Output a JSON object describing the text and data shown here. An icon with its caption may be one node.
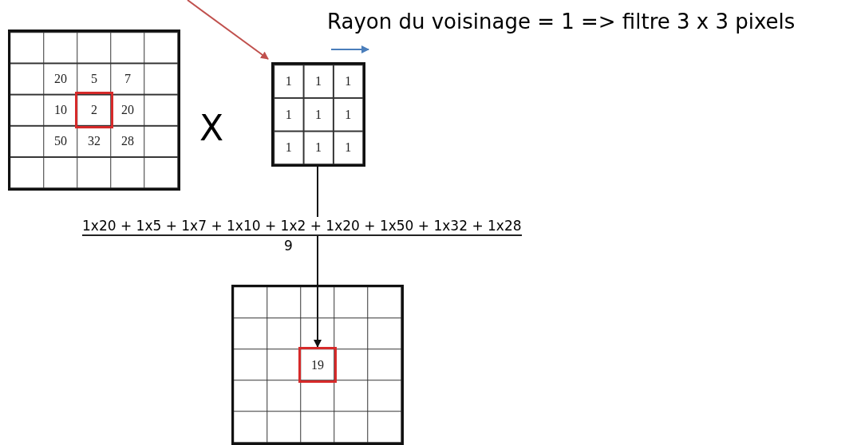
{
  "diagram": {
    "nodes": [
      {
        "text": [
          "20",
          "5",
          "7",
          "10",
          "20",
          "50",
          "32",
          "28"
        ]
      },
      {
        "text": [
          "2"
        ],
        "in": 0
      },
      {
        "text": [
          "1",
          "1",
          "1",
          "1",
          "1",
          "1",
          "1",
          "1",
          "1"
        ]
      },
      {
        "text": [],
        "shape": "box"
      },
      {
        "text": [
          "19"
        ],
        "in": 3
      }
    ],
    "edges": [
      {
        "from": null,
        "to": 2,
        "arrow": "to",
        "color": "#c0504d"
      },
      {
        "from": 2,
        "to": 4,
        "arrow": "to",
        "color": "#111111"
      }
    ],
    "labels": [
      "Rayon du voisinage = 1  =>  filtre 3 x 3 pixels",
      "X",
      "1x20 + 1x5 + 1x7 + 1x10 + 1x2 + 1x20 + 1x50 + 1x32 + 1x28",
      "9"
    ]
  }
}
